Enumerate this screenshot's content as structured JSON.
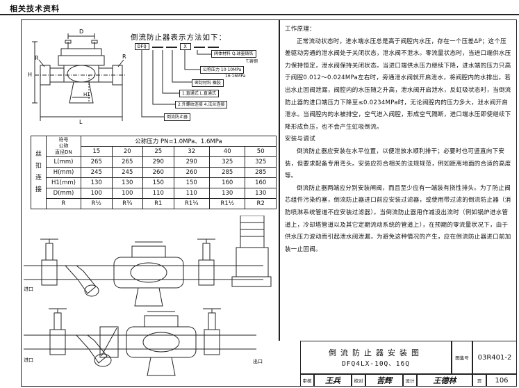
{
  "header": {
    "label": "相关技术资料"
  },
  "scheme": {
    "title": "倒流防止器表示方法如下：",
    "code_parts": [
      "DFQ",
      "",
      "",
      "X",
      "",
      ""
    ],
    "legend": {
      "body_material": "阀体材料 Q.球墨铸铁",
      "body_material2": "T.铸钢",
      "pressure": "公称压力 10·10MPa",
      "pressure2": "16·16MPa",
      "seal": "密封材料 橡胶",
      "structure": "1.直通式 L.直通式",
      "connect": "2.外螺纹连接 4.法兰连接",
      "name": "倒流防止器"
    }
  },
  "dims": {
    "D": "D",
    "R": "R",
    "H": "H",
    "H1": "H1",
    "L": "L"
  },
  "table": {
    "side_label": [
      "丝",
      "扣",
      "连",
      "接"
    ],
    "corner_top": "符号",
    "corner_left": "公称",
    "corner_bottom": "直径DN",
    "pressure_header": "公称压力  PN=1.0MPa、1.6MPa",
    "dn": [
      "15",
      "20",
      "25",
      "32",
      "40",
      "50"
    ],
    "rows": [
      {
        "label": "L(mm)",
        "values": [
          "265",
          "265",
          "290",
          "290",
          "325",
          "325"
        ]
      },
      {
        "label": "H(mm)",
        "values": [
          "245",
          "245",
          "260",
          "260",
          "285",
          "285"
        ]
      },
      {
        "label": "H1(mm)",
        "values": [
          "130",
          "130",
          "150",
          "150",
          "160",
          "160"
        ]
      },
      {
        "label": "D(mm)",
        "values": [
          "100",
          "100",
          "110",
          "110",
          "130",
          "130"
        ]
      },
      {
        "label": "R",
        "values": [
          "R½",
          "R¾",
          "R1",
          "R1¼",
          "R1½",
          "R2"
        ]
      }
    ]
  },
  "diagram": {
    "inlet1": "进口",
    "outlet2": "出口",
    "inlet2": "进口"
  },
  "principle": {
    "heading": "工作原理：",
    "para1": "正常流动状态时，进水端水压总是高于阀腔内水压，存在一个压差ΔP；这个压差驱动旁通的泄水阀处于关闭状态，泄水阀不泄水。零流量状态时，当进口端供水压力保持恒定，泄水阀保持关闭状态。当进口端供水压力继续下降，进水端的压力只高于阀腔0.012～0.024MPa左右时，旁通泄水阀就开启泄水，将阀腔内的水排出。若出水止回阀泄漏，阀腔内的水压随之升高，泄水阀开启泄水，反虹吸状态时，当倒流防止器的进口端压力下降至≤0.0234MPa时，无论阀腔内的压力多大，泄水阀开启泄水。当阀腔内的水被排空，空气进入阀腔，形成空气隔断，进口端水压即使继续下降形成负压，也不会产生虹吸倒流。",
    "install_heading": "安装与调试",
    "para2": "倒流防止器应安装在水平位置，以便泄放水顺利排干；必要时也可竖直向下安装，但要求配备专用弯头。安装应符合相关的法规规范，例如距离地面的合适的高度等。",
    "para3": "倒流防止器两端应分别安装闸阀，而且至少应有一端装有挠性排头。为了防止阀芯组件污染约塞，倒流防止器进口前应安装过滤器，或使用带过滤的倒流防止器（消防喷淋系统管道不应安装过滤器）。当倒流防止器用作减没出流时（例如锅炉进水管道上，冷却塔管道以及其它定期流动系统的管道上），在预期的零流量状况下，由于供水压力波动而引起泄水阀泄漏，为避免这种情况的产生，应在倒流防止器进口前加装一止回阀。"
  },
  "title_block": {
    "title": "倒流防止器安装图",
    "model": "DFQ4LX-10Q、16Q",
    "atlas_label": "图集号",
    "atlas_no": "03R401-2",
    "review_label": "审核",
    "review_sign": "王兵",
    "check_label": "校对",
    "check_sign": "苦辉",
    "design_label": "设计",
    "design_sign": "王德林",
    "page_label": "页",
    "page_no": "106"
  }
}
